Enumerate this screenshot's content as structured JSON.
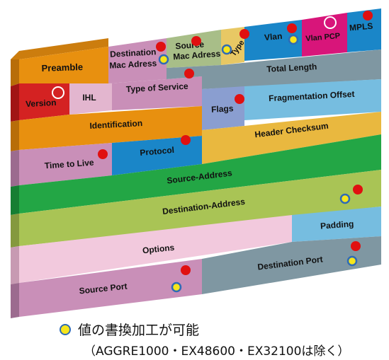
{
  "fields": {
    "preamble": "Preamble",
    "destination_mac_line1": "Destination",
    "destination_mac_line2": "Mac Adress",
    "source_mac_line1": "Source",
    "source_mac_line2": "Mac Adress",
    "type": "Type",
    "vlan": "Vlan",
    "vlan_pcp": "Vlan PCP",
    "mpls": "MPLS",
    "version": "Version",
    "ihl": "IHL",
    "type_of_service": "Type of Service",
    "total_length": "Total Length",
    "identification": "Identification",
    "flags": "Flags",
    "fragmentation_offset": "Fragmentation Offset",
    "time_to_live": "Time to Live",
    "protocol": "Protocol",
    "header_checksum": "Header Checksum",
    "source_address": "Source-Address",
    "destination_address": "Destination-Address",
    "padding": "Padding",
    "options": "Options",
    "source_port": "Source Port",
    "destination_port": "Destination Port"
  },
  "colors": {
    "orange": "#e8900f",
    "mauve": "#c98fb8",
    "sage": "#a8be88",
    "gold": "#e8c864",
    "blue": "#1a86c8",
    "magenta": "#d8157a",
    "red": "#d42222",
    "pink": "#e3b6cf",
    "gray": "#7f97a2",
    "sky": "#76bde0",
    "lavender": "#8a9ed0",
    "green": "#23a645",
    "olive": "#a9c455",
    "light_pink": "#f2c9dd",
    "marker_red": "#e01010",
    "marker_yellow": "#f6e61c",
    "marker_ring": "#2f6bb6"
  },
  "legend": {
    "rewrite_label": "値の書換加工が可能",
    "note": "（AGGRE1000・EX48600・EX32100は除く）"
  }
}
